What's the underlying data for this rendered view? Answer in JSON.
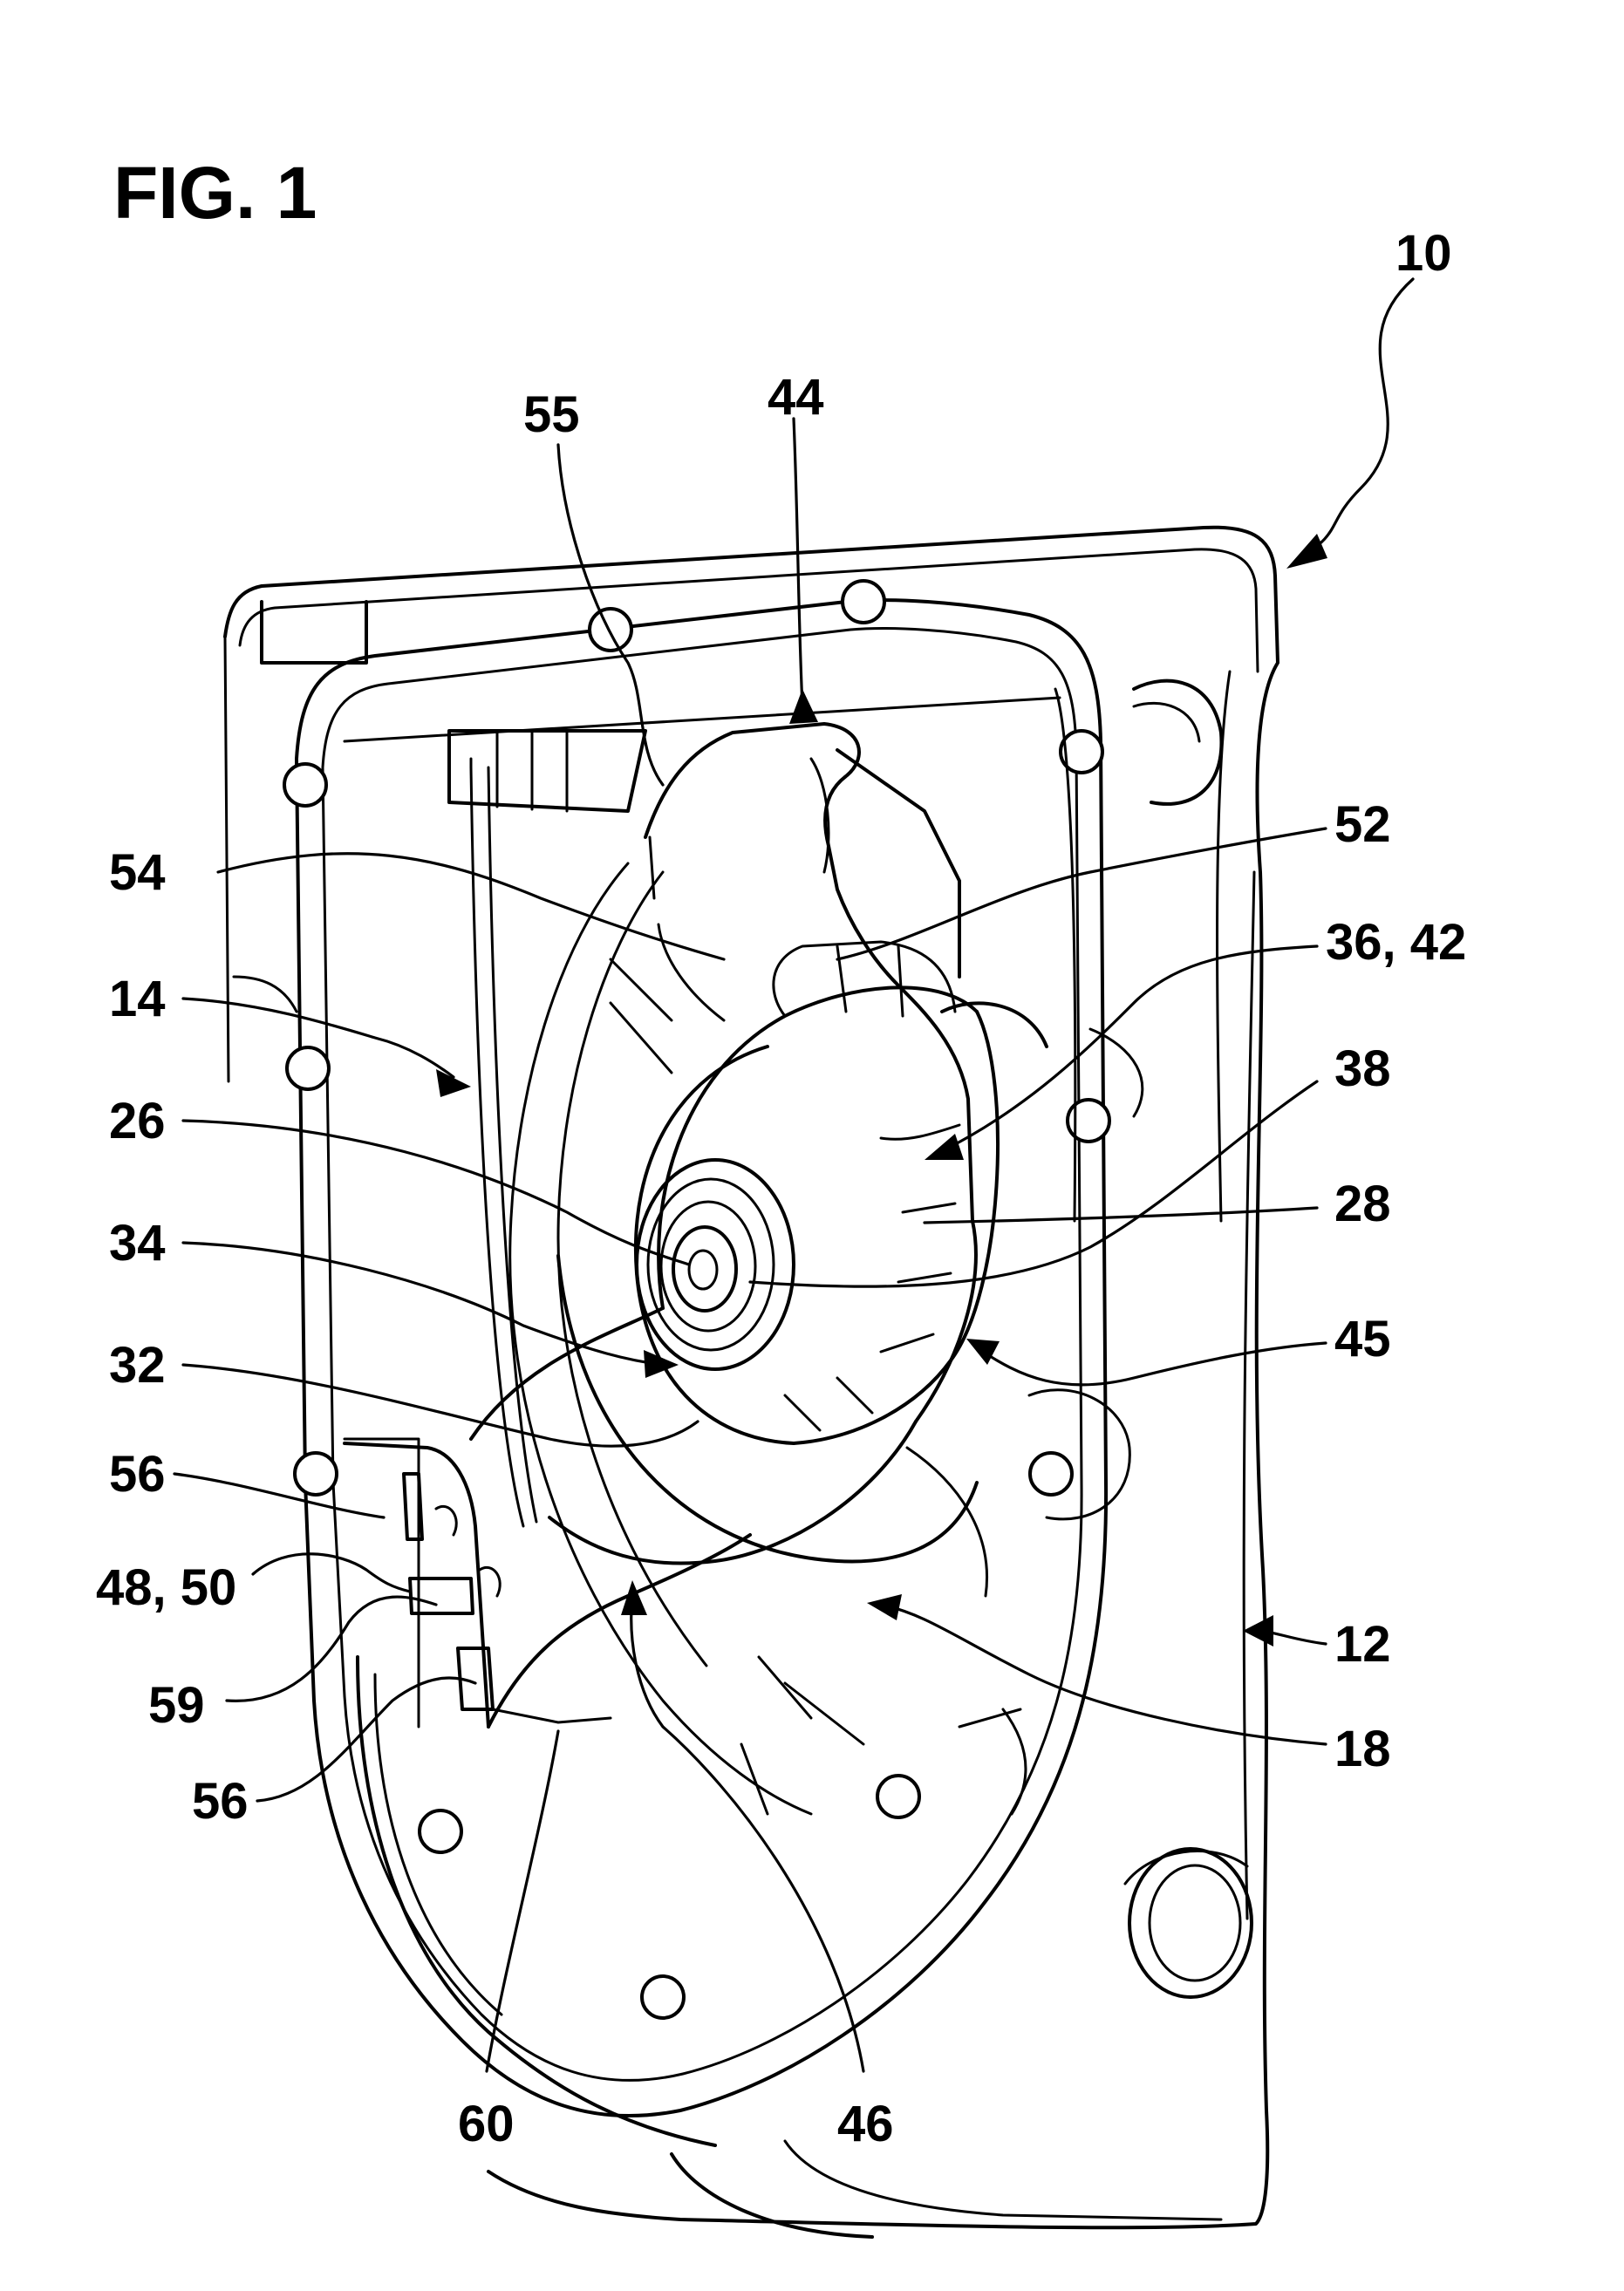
{
  "figure": {
    "title": "FIG. 1"
  },
  "reference_numerals": [
    {
      "id": "r10",
      "text": "10"
    },
    {
      "id": "r55",
      "text": "55"
    },
    {
      "id": "r44",
      "text": "44"
    },
    {
      "id": "r52",
      "text": "52"
    },
    {
      "id": "r54",
      "text": "54"
    },
    {
      "id": "r3642",
      "text": "36, 42"
    },
    {
      "id": "r14",
      "text": "14"
    },
    {
      "id": "r38",
      "text": "38"
    },
    {
      "id": "r26",
      "text": "26"
    },
    {
      "id": "r28",
      "text": "28"
    },
    {
      "id": "r34",
      "text": "34"
    },
    {
      "id": "r45",
      "text": "45"
    },
    {
      "id": "r32",
      "text": "32"
    },
    {
      "id": "r56a",
      "text": "56"
    },
    {
      "id": "r4850",
      "text": "48, 50"
    },
    {
      "id": "r12",
      "text": "12"
    },
    {
      "id": "r59",
      "text": "59"
    },
    {
      "id": "r18",
      "text": "18"
    },
    {
      "id": "r56b",
      "text": "56"
    },
    {
      "id": "r60",
      "text": "60"
    },
    {
      "id": "r46",
      "text": "46"
    }
  ]
}
